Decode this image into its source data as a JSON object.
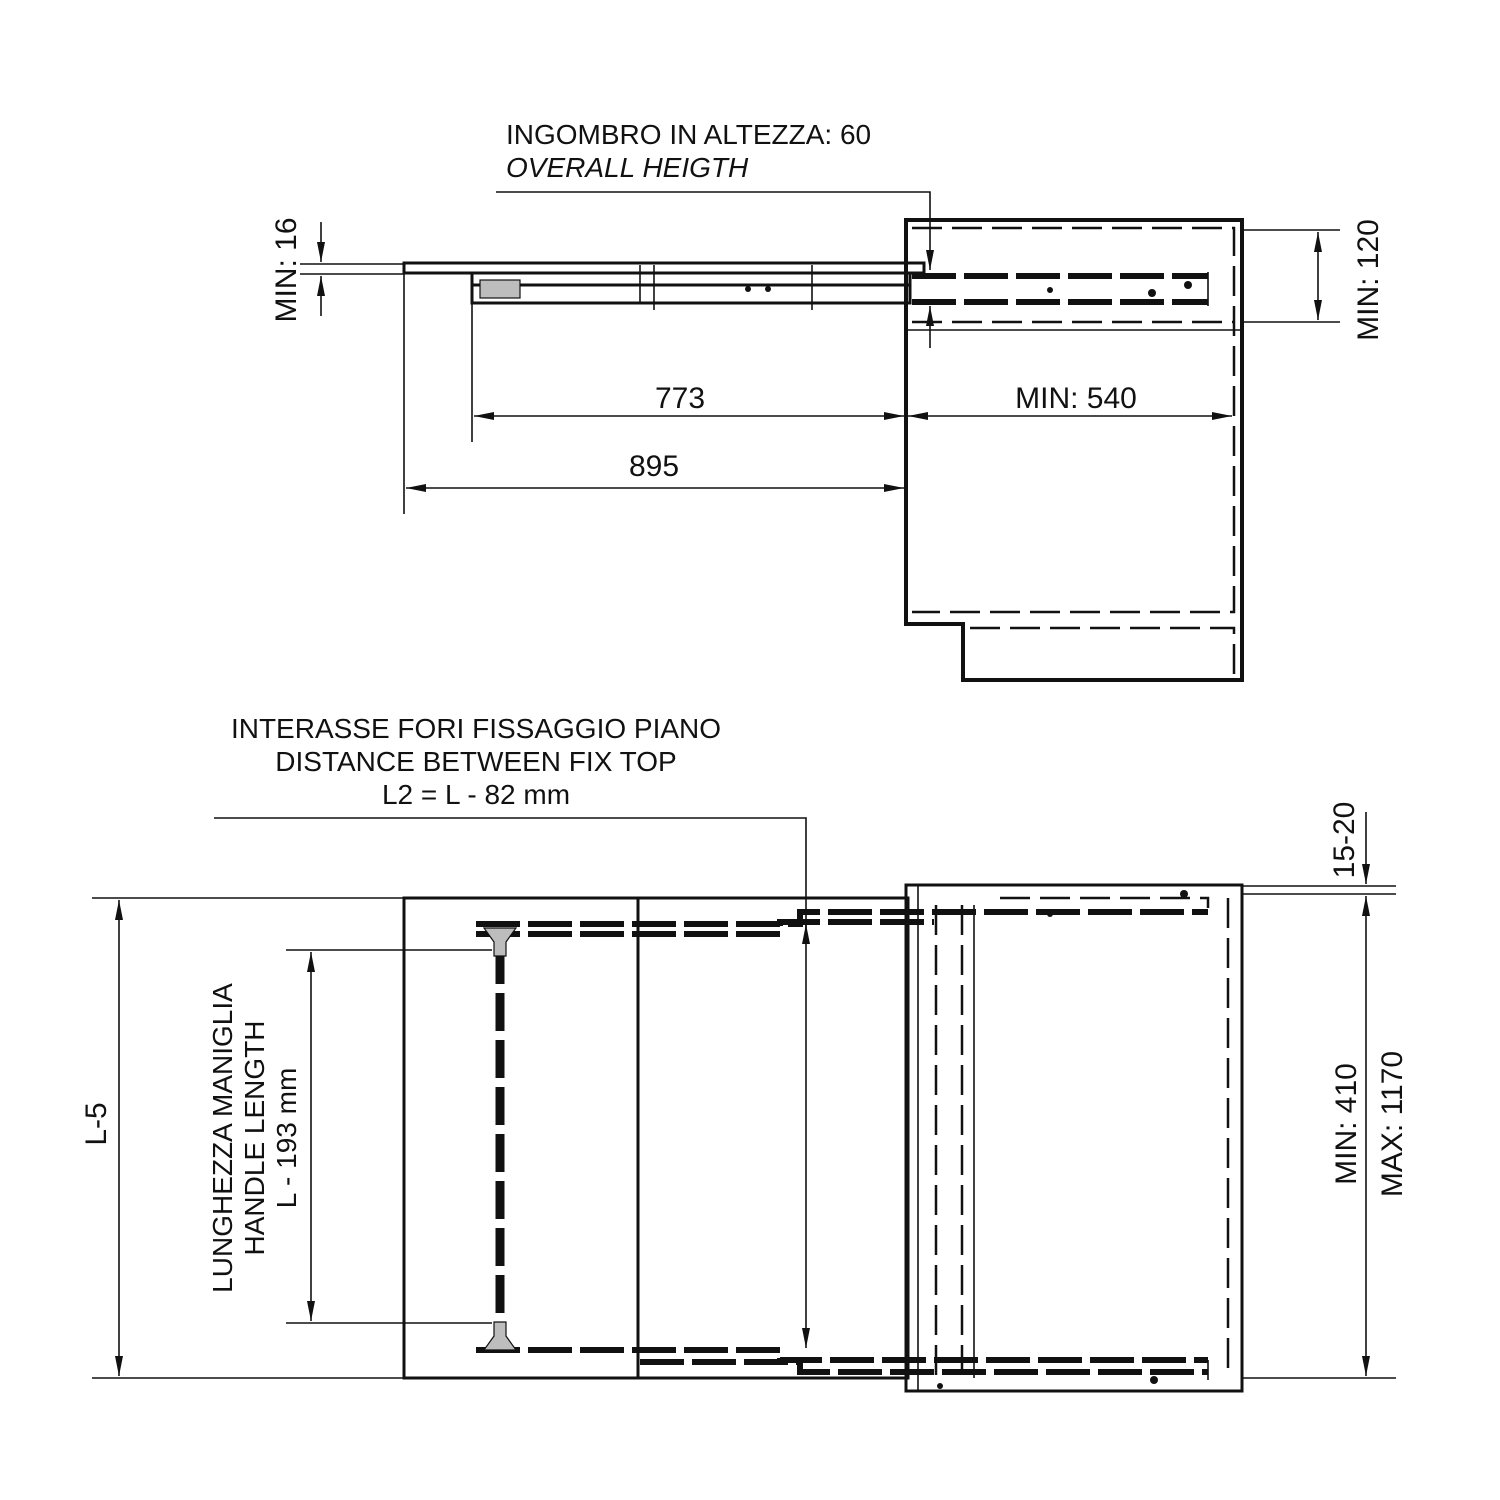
{
  "side_view": {
    "overall_height_label_it": "INGOMBRO IN ALTEZZA: 60",
    "overall_height_label_en": "OVERALL HEIGTH",
    "min_top_thickness": "MIN: 16",
    "min_cabinet_height": "MIN: 120",
    "runner_length": "773",
    "min_cabinet_depth": "MIN: 540",
    "total_length": "895"
  },
  "top_view": {
    "fix_top_label_it": "INTERASSE FORI FISSAGGIO PIANO",
    "fix_top_label_en": "DISTANCE BETWEEN FIX TOP",
    "fix_top_formula": "L2 = L - 82 mm",
    "handle_label_it": "LUNGHEZZA MANIGLIA",
    "handle_label_en": "HANDLE LENGTH",
    "handle_formula": "L - 193 mm",
    "overall_width": "L-5",
    "gap": "15-20",
    "width_min": "MIN: 410",
    "width_max": "MAX: 1170"
  }
}
